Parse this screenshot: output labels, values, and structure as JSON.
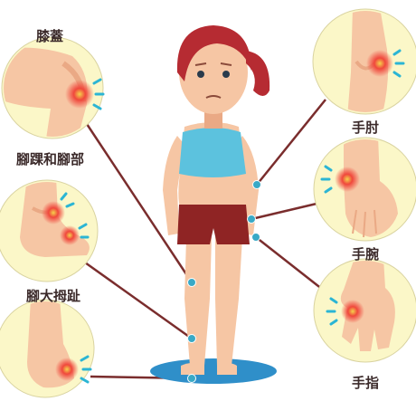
{
  "labels": {
    "knee": "膝蓋",
    "ankle": "腳踝和腳部",
    "big_toe": "腳大拇趾",
    "elbow": "手肘",
    "wrist": "手腕",
    "fingers": "手指"
  },
  "colors": {
    "bubble": "#fbf7c8",
    "skin": "#f6c6a4",
    "skin_shade": "#eaa985",
    "hair": "#b62b32",
    "top": "#5cc2de",
    "shorts": "#8f2424",
    "line": "#7a2d2d",
    "dot": "#39a9c6",
    "pain_red": "#f0483c",
    "pain_blue": "#2bb5d4",
    "shadow": "#2f8fc9"
  },
  "icons": [
    "pain-spot-icon",
    "pain-ray-icon",
    "joint-marker-icon"
  ]
}
